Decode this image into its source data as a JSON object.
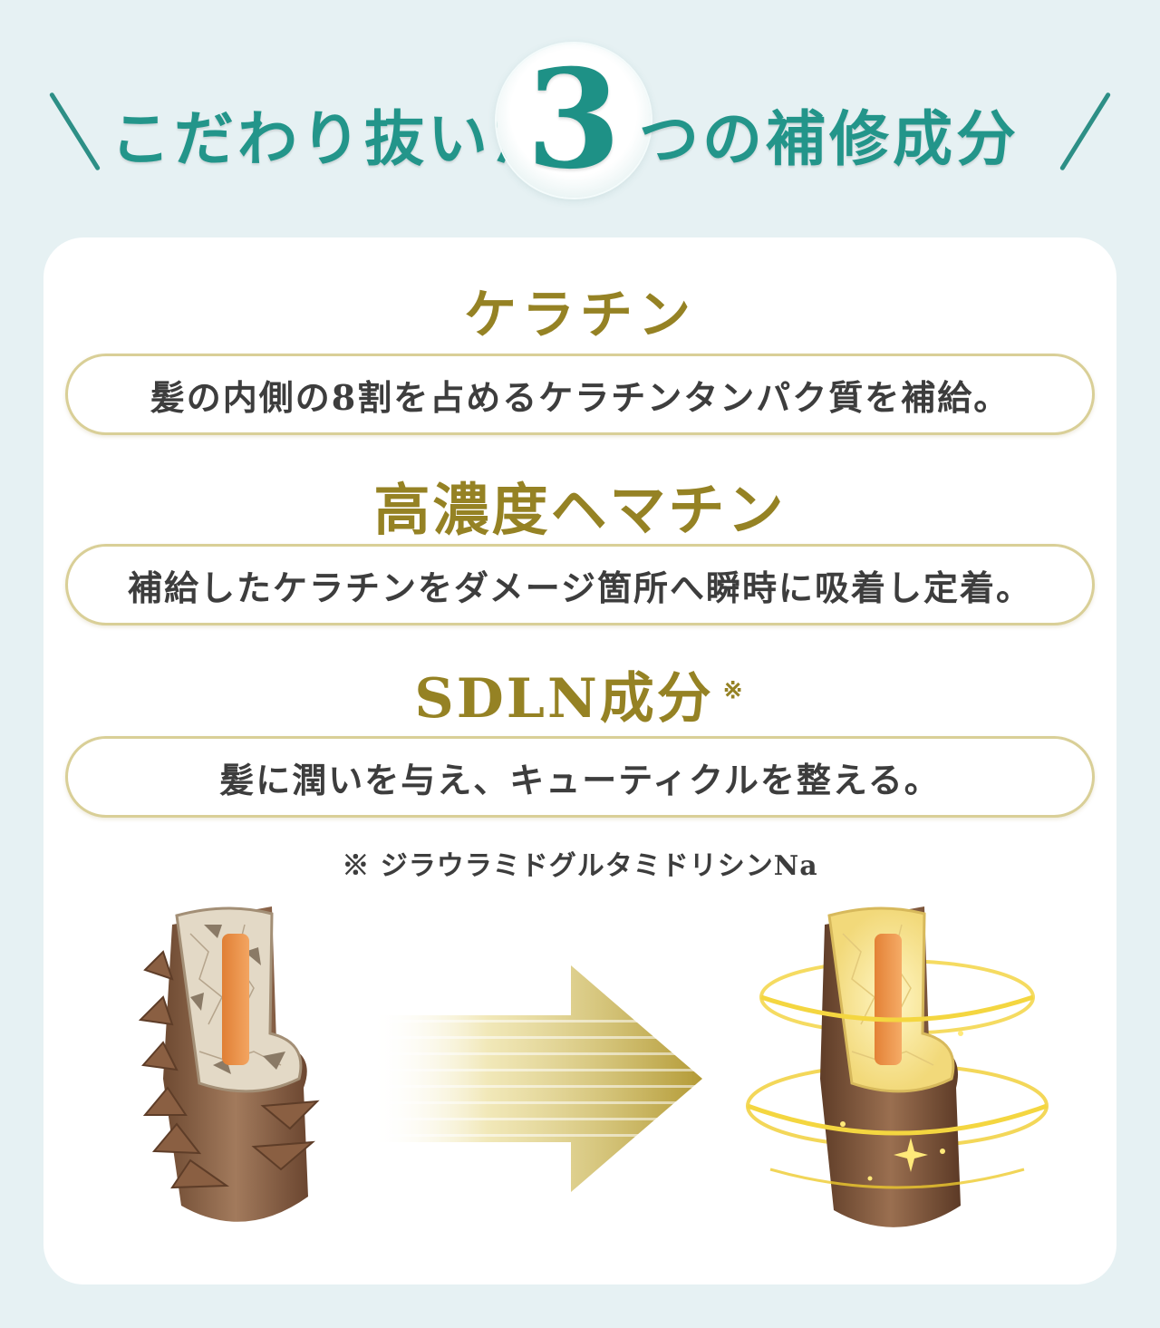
{
  "headline": {
    "part_before": "こだわり抜いた",
    "number": "3",
    "part_after": "つの補修成分"
  },
  "ingredients": [
    {
      "name": "ケラチン",
      "description": "髪の内側の8割を占めるケラチンタンパク質を補給。"
    },
    {
      "name": "高濃度ヘマチン",
      "description": "補給したケラチンをダメージ箇所へ瞬時に吸着し定着。"
    },
    {
      "name": "SDLN成分",
      "mark": "※",
      "description": "髪に潤いを与え、キューティクルを整える。"
    }
  ],
  "footnote": "※ ジラウラミドグルタミドリシンNa",
  "colors": {
    "teal": "#23958a",
    "gold": "#958224",
    "background": "#e6f1f3",
    "pill_border": "#d9cf97"
  },
  "icons": [
    "damaged-hair-icon",
    "dotted-arrow-icon",
    "repaired-hair-icon"
  ]
}
